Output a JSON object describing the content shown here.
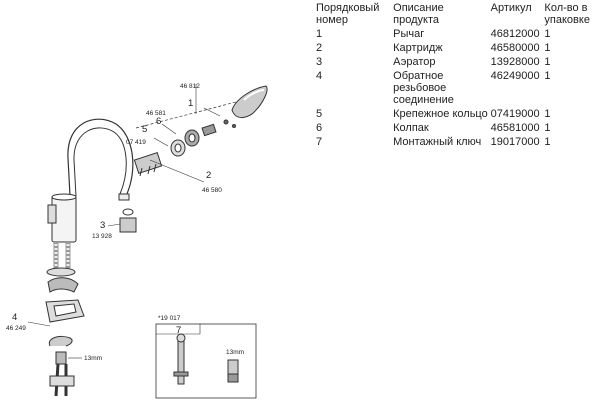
{
  "table": {
    "headers": [
      "Порядковый номер",
      "Описание продукта",
      "Артикул",
      "Кол-во в упаковке"
    ],
    "rows": [
      {
        "num": "1",
        "desc": "Рычаг",
        "article": "46812000",
        "qty": "1"
      },
      {
        "num": "2",
        "desc": "Картридж",
        "article": "46580000",
        "qty": "1"
      },
      {
        "num": "3",
        "desc": "Аэратор",
        "article": "13928000",
        "qty": "1"
      },
      {
        "num": "4",
        "desc": "Обратное резьбовое соединение",
        "article": "46249000",
        "qty": "1"
      },
      {
        "num": "5",
        "desc": "Крепежное кольцо",
        "article": "07419000",
        "qty": "1"
      },
      {
        "num": "6",
        "desc": "Колпак",
        "article": "46581000",
        "qty": "1"
      },
      {
        "num": "7",
        "desc": "Монтажный ключ",
        "article": "19017000",
        "qty": "1"
      }
    ]
  },
  "diagram": {
    "callouts": {
      "c1_num": "1",
      "c1_code": "46 812",
      "c6_num": "6",
      "c6_code": "46 581",
      "c5_num": "5",
      "c5_code": "07 419",
      "c2_num": "2",
      "c2_code": "46 580",
      "c3_num": "3",
      "c3_code": "13 928",
      "c4_num": "4",
      "c4_code": "46 249",
      "size_13mm": "13mm"
    },
    "tool_box": {
      "code": "*19 017",
      "num": "7",
      "size": "13mm"
    }
  }
}
